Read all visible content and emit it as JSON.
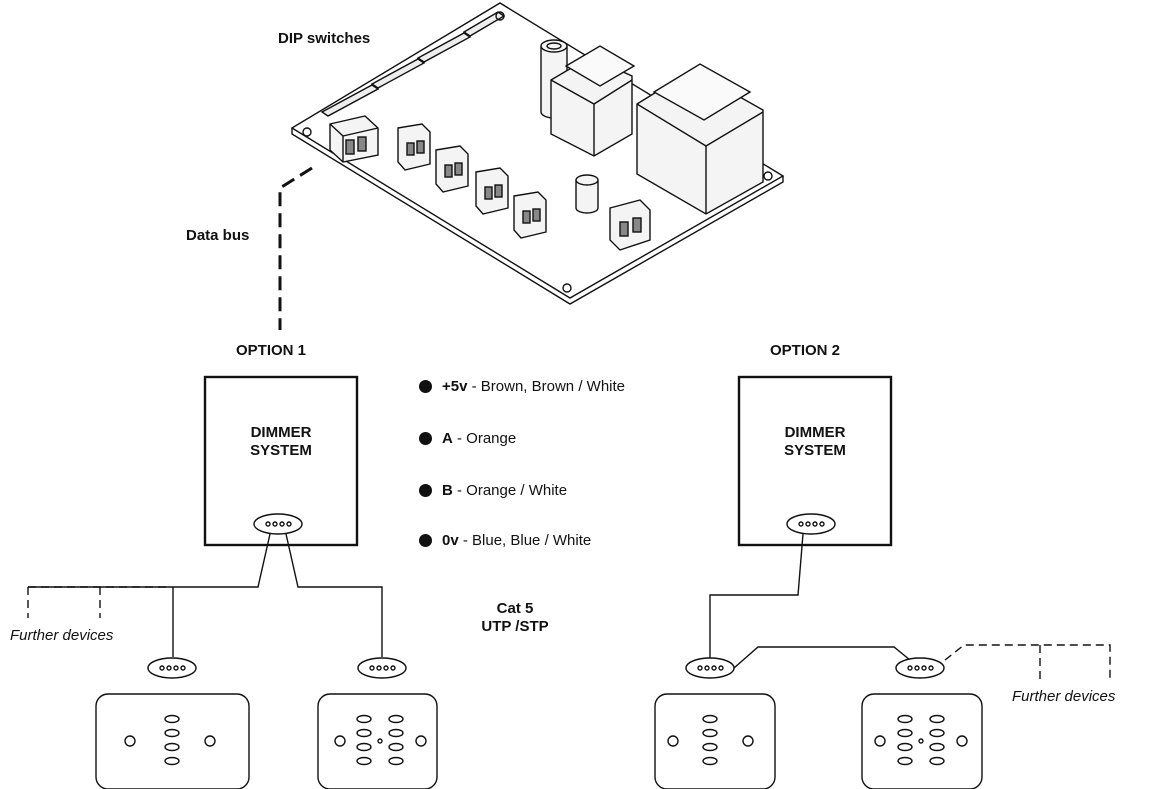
{
  "labels": {
    "dip_switches": "DIP switches",
    "data_bus": "Data bus",
    "option1": "OPTION 1",
    "option2": "OPTION 2",
    "dimmer_line1": "DIMMER",
    "dimmer_line2": "SYSTEM",
    "cable_line1": "Cat 5",
    "cable_line2": "UTP /STP",
    "further_devices": "Further devices",
    "connector_text": "oooo"
  },
  "legend": [
    {
      "key": "+5v",
      "desc": " - Brown, Brown / White"
    },
    {
      "key": "A",
      "desc": " - Orange"
    },
    {
      "key": "B",
      "desc": " - Orange / White"
    },
    {
      "key": "0v",
      "desc": " - Blue, Blue / White"
    }
  ],
  "colors": {
    "ink": "#111111",
    "board_fill": "#ffffff",
    "component_fill": "#f4f4f4"
  }
}
